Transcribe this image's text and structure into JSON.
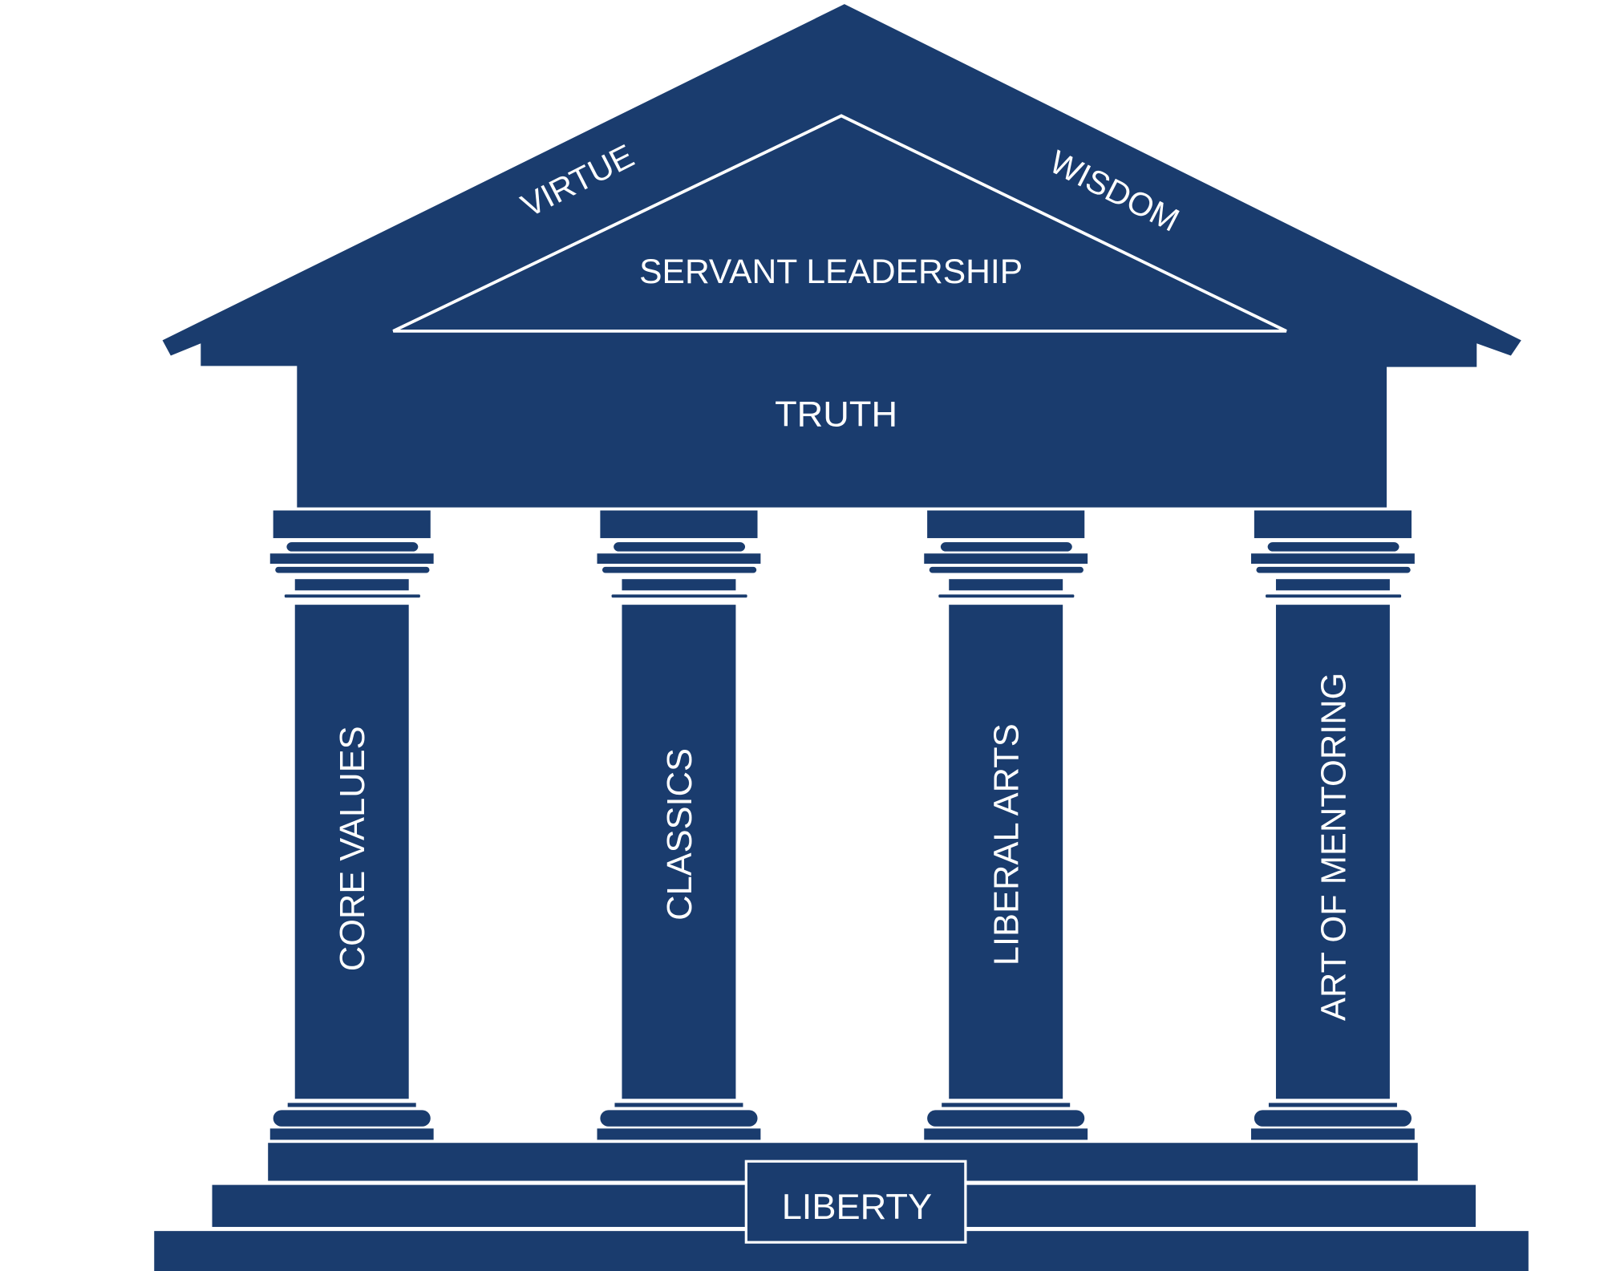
{
  "colors": {
    "primary": "#1a3c6e",
    "accent": "#ffffff"
  },
  "roof": {
    "left_label": "VIRTUE",
    "right_label": "WISDOM",
    "pediment_label": "SERVANT LEADERSHIP"
  },
  "entablature": {
    "label": "TRUTH"
  },
  "columns": [
    {
      "label": "CORE VALUES"
    },
    {
      "label": "CLASSICS"
    },
    {
      "label": "LIBERAL ARTS"
    },
    {
      "label": "ART OF MENTORING"
    }
  ],
  "foundation": {
    "label": "LIBERTY"
  }
}
